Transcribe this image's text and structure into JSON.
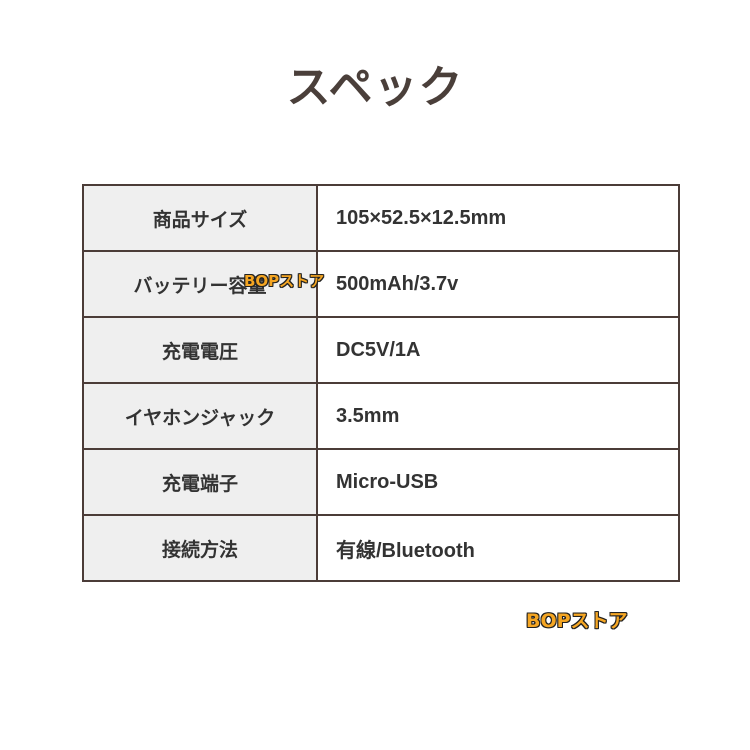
{
  "page": {
    "title": "スペック"
  },
  "specs": [
    {
      "label": "商品サイズ",
      "value": "105×52.5×12.5mm"
    },
    {
      "label": "バッテリー容量",
      "value": "500mAh/3.7v"
    },
    {
      "label": "充電電圧",
      "value": "DC5V/1A"
    },
    {
      "label": "イヤホンジャック",
      "value": "3.5mm"
    },
    {
      "label": "充電端子",
      "value": "Micro-USB"
    },
    {
      "label": "接続方法",
      "value": "有線/Bluetooth"
    }
  ],
  "watermarks": {
    "inline": "BOPストア",
    "footer": "BOPストア"
  },
  "colors": {
    "title": "#4a3f3a",
    "border": "#4b3c38",
    "label_background": "#efefef",
    "watermark_fill": "#f5a623"
  }
}
